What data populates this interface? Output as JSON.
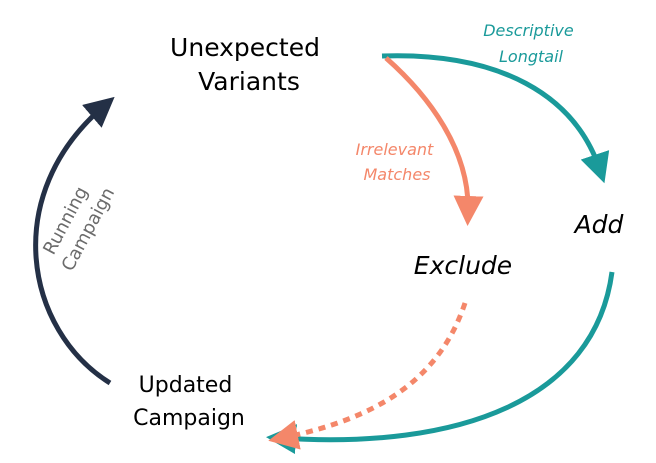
{
  "colors": {
    "teal": "#1a9a9a",
    "orange": "#f4876a",
    "navy": "#243046",
    "running_text": "#6b6b6b",
    "node_text": "#000000"
  },
  "nodes": {
    "unexpected_variants": {
      "line1": "Unexpected",
      "line2": "Variants"
    },
    "add": {
      "label": "Add"
    },
    "exclude": {
      "label": "Exclude"
    },
    "updated_campaign": {
      "line1": "Updated",
      "line2": "Campaign"
    }
  },
  "edges": {
    "descriptive_longtail": {
      "line1": "Descriptive",
      "line2": "Longtail"
    },
    "irrelevant_matches": {
      "line1": "Irrelevant",
      "line2": "Matches"
    },
    "running_campaign": {
      "line1": "Running",
      "line2": "Campaign"
    }
  }
}
